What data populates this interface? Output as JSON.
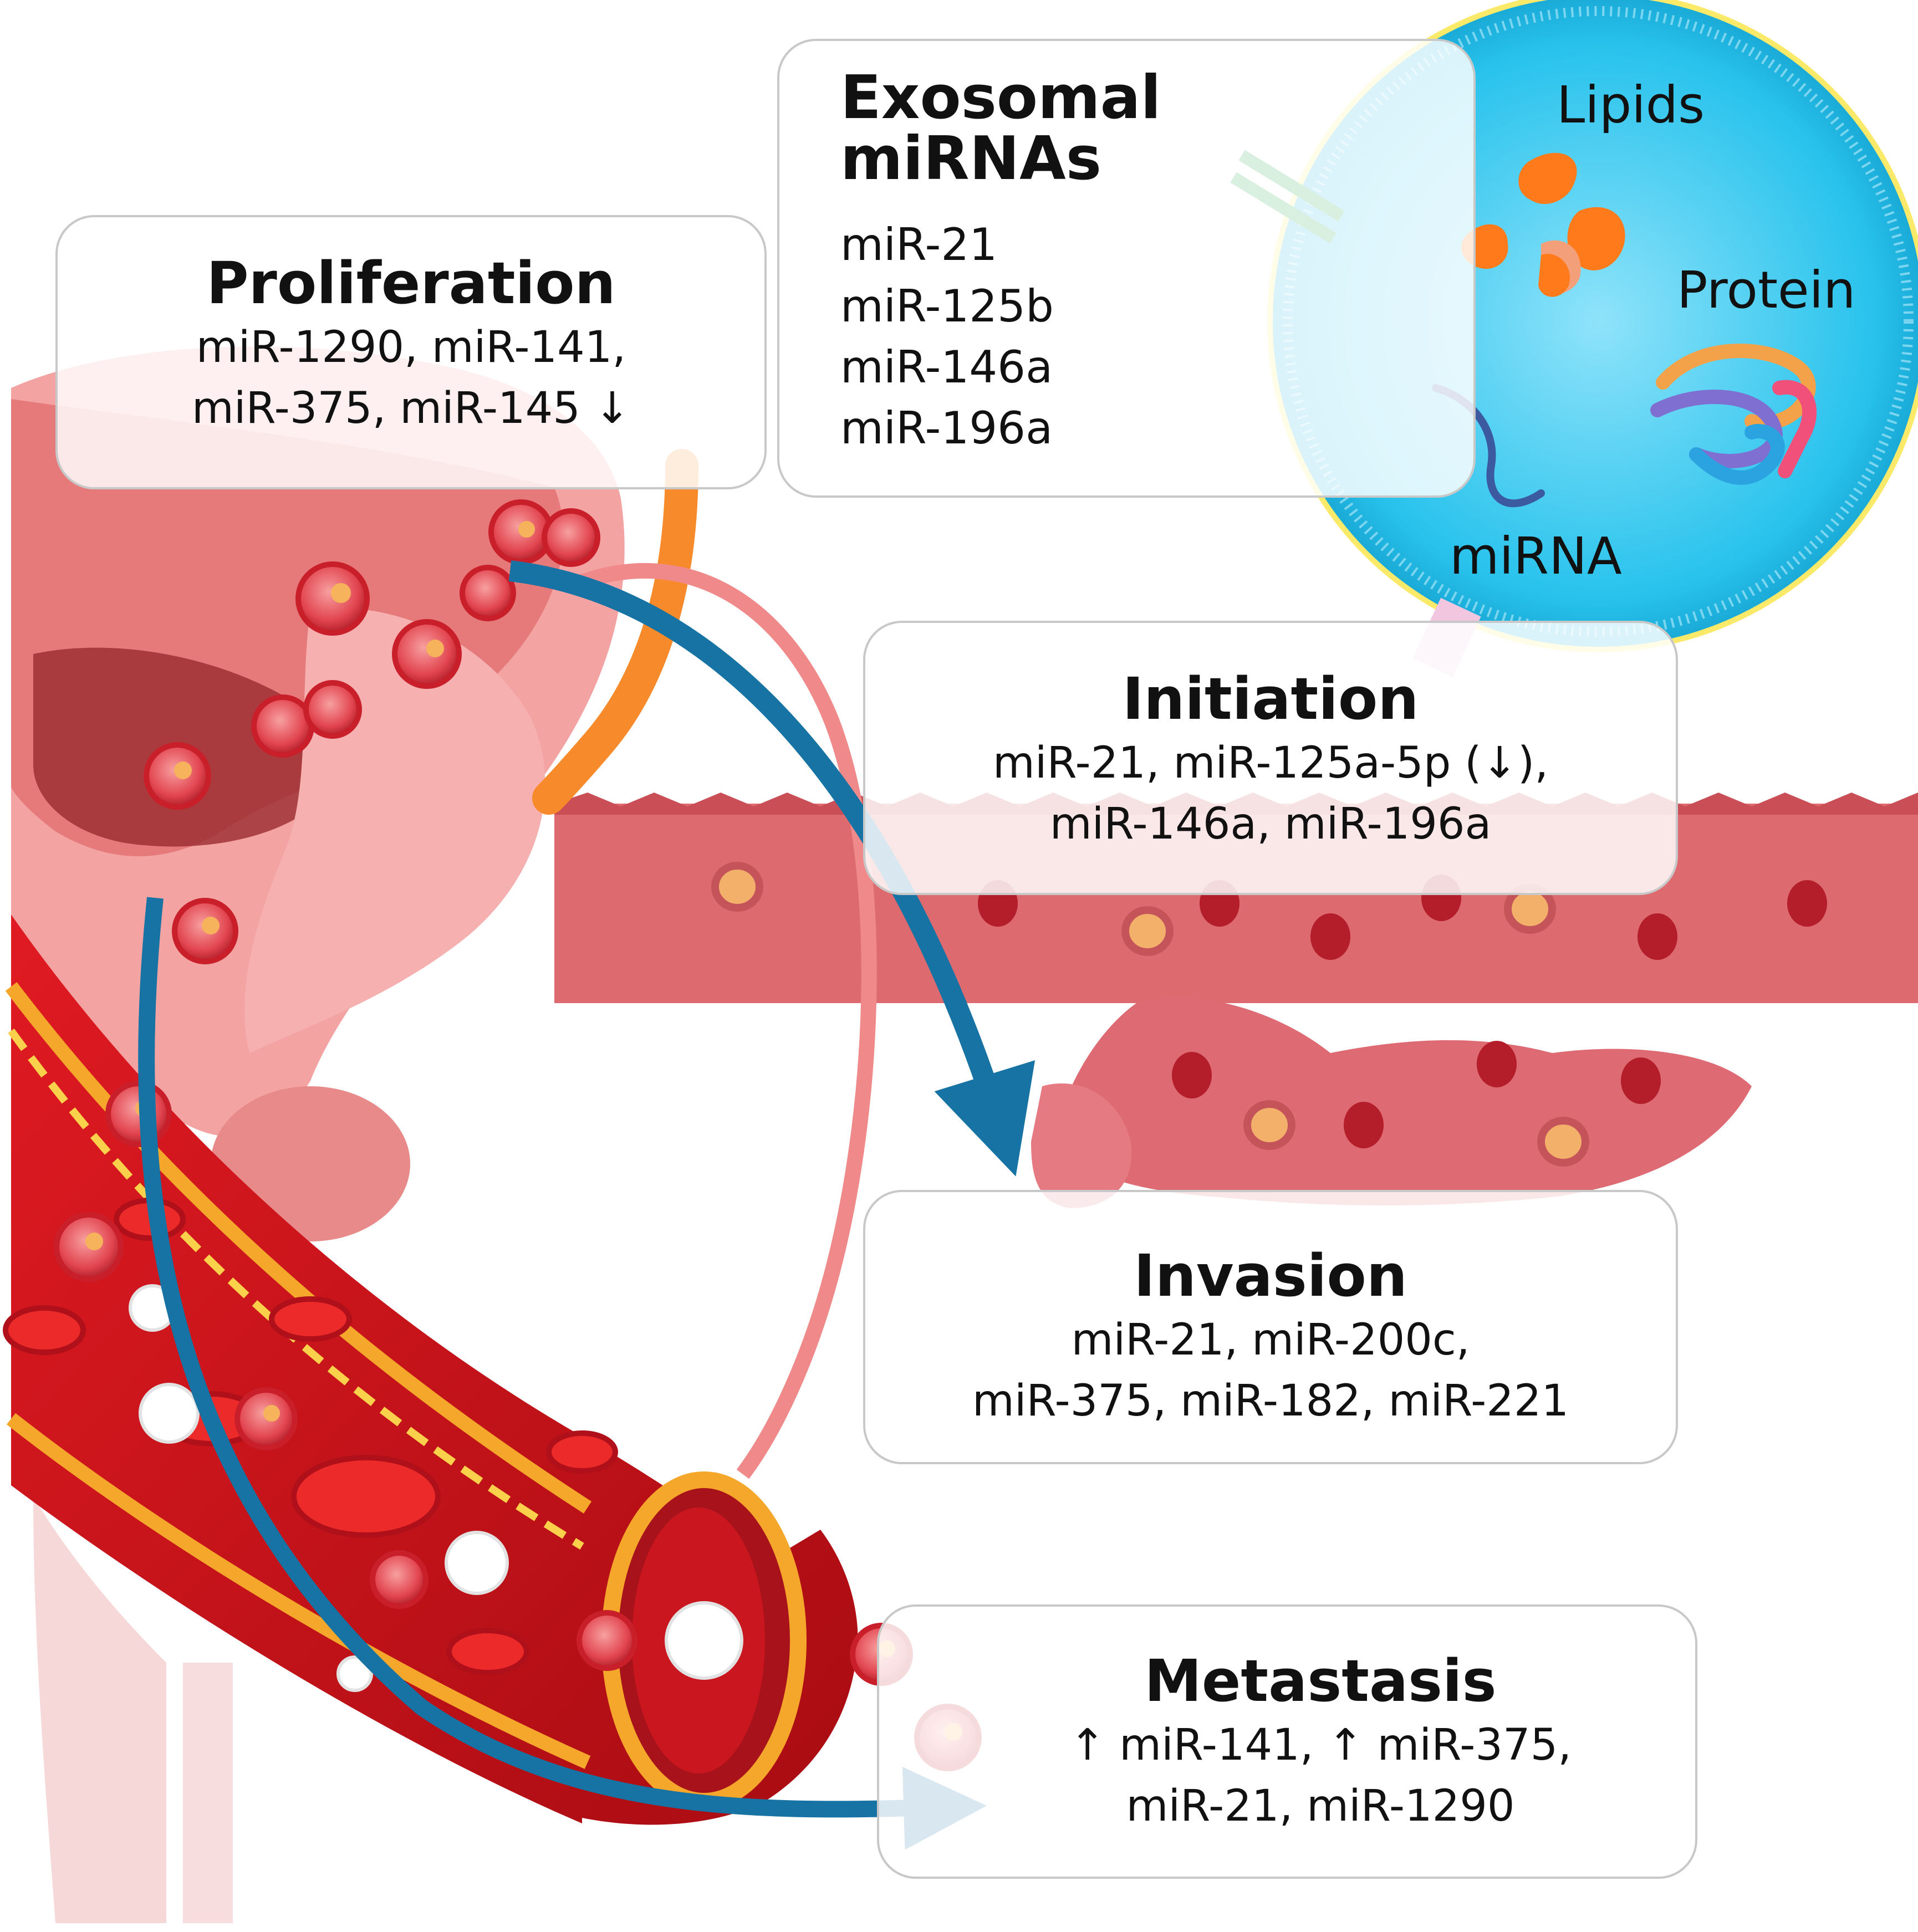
{
  "proliferation": {
    "title": "Proliferation",
    "line1": "miR-1290, miR-141,",
    "line2": "miR-375, miR-145 ↓"
  },
  "exosomal": {
    "title_line1": "Exosomal",
    "title_line2": "miRNAs",
    "items": [
      "miR-21",
      "miR-125b",
      "miR-146a",
      "miR-196a"
    ]
  },
  "vesicle": {
    "lipids_label": "Lipids",
    "protein_label": "Protein",
    "mirna_label": "miRNA"
  },
  "initiation": {
    "title": "Initiation",
    "line1": "miR-21, miR-125a-5p (↓),",
    "line2": "miR-146a, miR-196a"
  },
  "invasion": {
    "title": "Invasion",
    "line1": "miR-21, miR-200c,",
    "line2": "miR-375, miR-182, miR-221"
  },
  "metastasis": {
    "title": "Metastasis",
    "line1": "↑ miR-141, ↑ miR-375,",
    "line2": "miR-21, miR-1290"
  },
  "colors": {
    "arrow": "#1673a3",
    "vesicle": "#29c4ec",
    "vessel": "#d8141c",
    "epithelium": "#d86068",
    "prostate": "#f08a8a"
  }
}
